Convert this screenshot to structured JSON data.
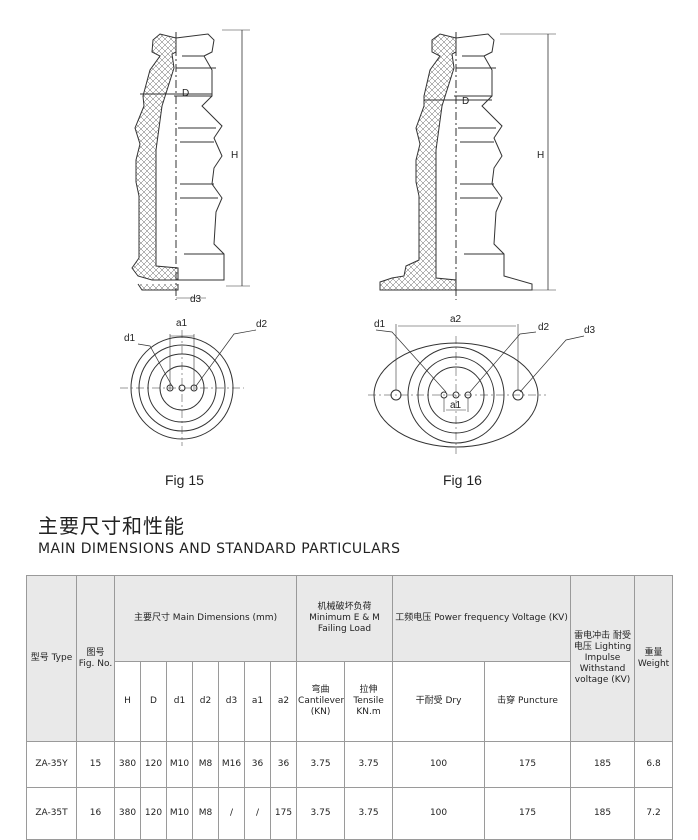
{
  "figures": [
    {
      "caption": "Fig 15",
      "labels": {
        "D": "D",
        "H": "H",
        "d1": "d1",
        "d2": "d2",
        "d3": "d3",
        "a1": "a1"
      }
    },
    {
      "caption": "Fig 16",
      "labels": {
        "D": "D",
        "H": "H",
        "d1": "d1",
        "d2": "d2",
        "d3": "d3",
        "a1": "a1",
        "a2": "a2"
      }
    }
  ],
  "section": {
    "title_cn": "主要尺寸和性能",
    "title_en": "MAIN DIMENSIONS AND STANDARD PARTICULARS"
  },
  "table": {
    "headers": {
      "type": "型号 Type",
      "fig_no": "图号 Fig. No.",
      "main_dims": "主要尺寸 Main Dimensions (mm)",
      "mech_load": "机械破坏负荷 Minimum E & M Failing Load",
      "power_freq": "工频电压 Power frequency Voltage (KV)",
      "impulse": "雷电冲击 耐受电压 Lighting Impulse Withstand voltage (KV)",
      "weight": "重量 Weight",
      "H": "H",
      "D": "D",
      "d1": "d1",
      "d2": "d2",
      "d3": "d3",
      "a1": "a1",
      "a2": "a2",
      "cantilever": "弯曲 Cantilever (KN)",
      "tensile": "拉伸 Tensile KN.m",
      "dry": "干耐受 Dry",
      "puncture": "击穿 Puncture"
    },
    "rows": [
      {
        "type": "ZA-35Y",
        "fig": "15",
        "H": "380",
        "D": "120",
        "d1": "M10",
        "d2": "M8",
        "d3": "M16",
        "a1": "36",
        "a2": "36",
        "cantilever": "3.75",
        "tensile": "3.75",
        "dry": "100",
        "puncture": "175",
        "impulse": "185",
        "weight": "6.8"
      },
      {
        "type": "ZA-35T",
        "fig": "16",
        "H": "380",
        "D": "120",
        "d1": "M10",
        "d2": "M8",
        "d3": "/",
        "a1": "/",
        "a2": "175",
        "cantilever": "3.75",
        "tensile": "3.75",
        "dry": "100",
        "puncture": "175",
        "impulse": "185",
        "weight": "7.2"
      }
    ]
  }
}
